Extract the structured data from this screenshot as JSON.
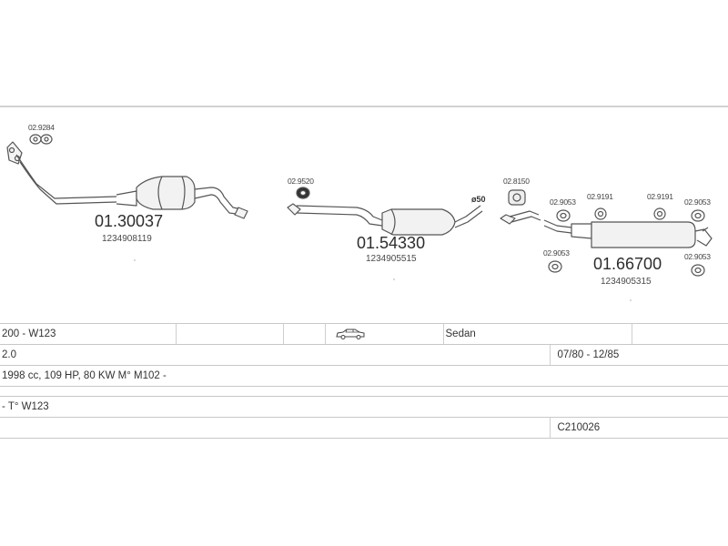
{
  "parts": {
    "p1": {
      "main": "01.30037",
      "sub": "1234908119",
      "accessory": "02.9284"
    },
    "p2": {
      "main": "01.54330",
      "sub": "1234905515",
      "accessory": "02.9520",
      "diameter": "ø50"
    },
    "p3": {
      "main": "01.66700",
      "sub": "1234905315",
      "accessories": [
        "02.8150",
        "02.9053",
        "02.9191",
        "02.9191",
        "02.9053",
        "02.9053",
        "02.9053"
      ]
    }
  },
  "spec": {
    "row1": {
      "model": "200 - W123",
      "body": "Sedan"
    },
    "row2": {
      "engine": "2.0",
      "date": "07/80 - 12/85"
    },
    "row3": {
      "details": "1998 cc, 109 HP, 80 KW M° M102 -"
    },
    "row4": {
      "type": "- T° W123"
    },
    "row5": {
      "code": "C210026"
    }
  },
  "icons": {
    "body_icon": "car-sedan-icon"
  }
}
